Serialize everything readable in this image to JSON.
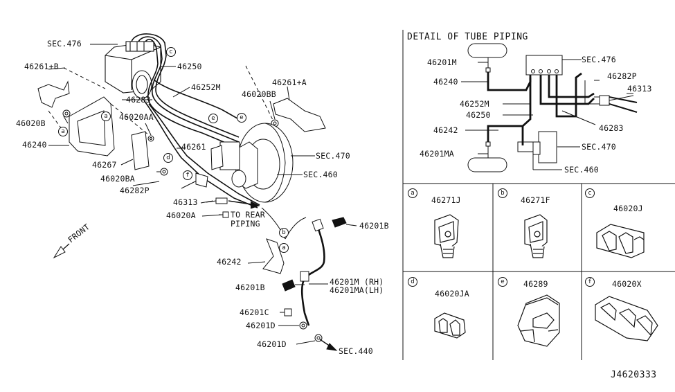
{
  "diagram_id": "J4620333",
  "main_labels": {
    "sec476": "SEC.476",
    "p46261b": "46261+B",
    "p46020b": "46020B",
    "p46240": "46240",
    "p46250": "46250",
    "p46252m": "46252M",
    "p46283": "46283",
    "p46020aa": "46020AA",
    "p46261": "46261",
    "p46267": "46267",
    "p46020ba": "46020BA",
    "p46282p": "46282P",
    "p46313": "46313",
    "p46020a": "46020A",
    "to_rear": "TO REAR",
    "piping": "PIPING",
    "front": "FRONT",
    "p46242": "46242",
    "p46201b_top": "46201B",
    "p46201b_bot": "46201B",
    "p46201m_rh": "46201M (RH)",
    "p46201ma_lh": "46201MA(LH)",
    "p46201c": "46201C",
    "p46201d_a": "46201D",
    "p46201d_b": "46201D",
    "sec440": "SEC.440",
    "p46261a": "46261+A",
    "p46020bb": "46020BB",
    "sec470": "SEC.470",
    "sec460": "SEC.460"
  },
  "detail": {
    "title": "DETAIL OF TUBE PIPING",
    "p46201m": "46201M",
    "p46240": "46240",
    "sec476": "SEC.476",
    "p46282p": "46282P",
    "p46313": "46313",
    "p46252m": "46252M",
    "p46250": "46250",
    "p46283": "46283",
    "p46242": "46242",
    "p46201ma": "46201MA",
    "sec470": "SEC.470",
    "sec460": "SEC.460"
  },
  "clips": [
    {
      "letter": "a",
      "part": "46271J"
    },
    {
      "letter": "b",
      "part": "46271F"
    },
    {
      "letter": "c",
      "part": "46020J"
    },
    {
      "letter": "d",
      "part": "46020JA"
    },
    {
      "letter": "e",
      "part": "46289"
    },
    {
      "letter": "f",
      "part": "46020X"
    }
  ],
  "callouts": {
    "a": "a",
    "b": "b",
    "c": "c",
    "d": "d",
    "e": "e",
    "f": "f"
  }
}
